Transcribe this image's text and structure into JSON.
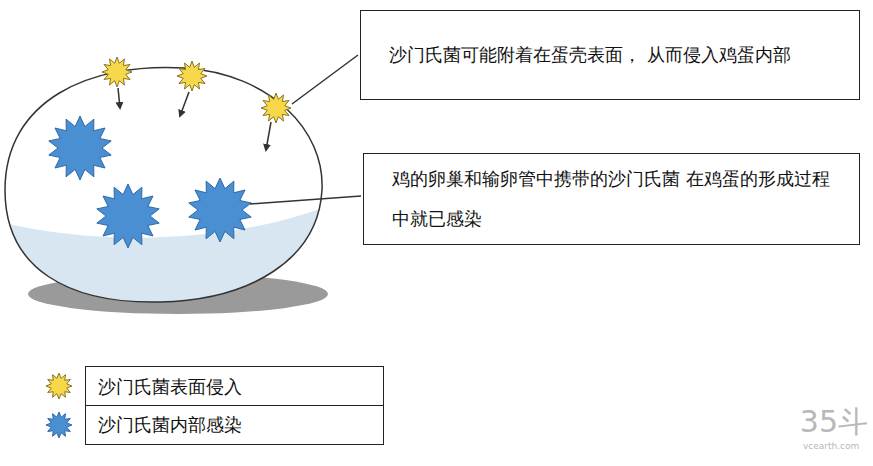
{
  "diagram": {
    "nodes": [
      {
        "text": [
          "沙门氏菌可能附着在蛋壳表面， 从而侵入鸡蛋内部"
        ]
      },
      {
        "text": [
          "鸡的卵巢和输卵管中携带的沙门氏菌 在鸡蛋的形成过程中就已感染"
        ]
      }
    ],
    "labels": [
      "35斗",
      "vcearth.com"
    ],
    "legend": [
      {
        "text": "沙门氏菌表面侵入",
        "color": "#f7d84a"
      },
      {
        "text": "沙门氏菌内部感染",
        "color": "#4b8fd3"
      }
    ]
  }
}
